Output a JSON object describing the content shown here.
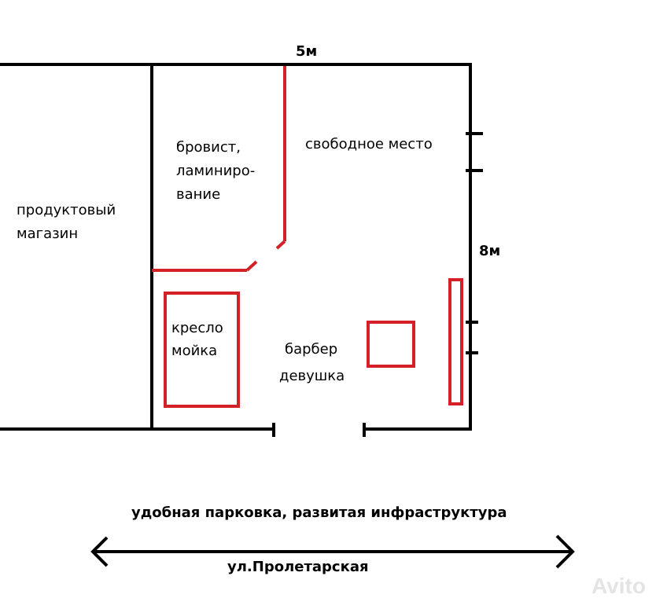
{
  "dimensions": {
    "width_label": "5м",
    "height_label": "8м"
  },
  "rooms": {
    "grocery": {
      "line1": "продуктовый",
      "line2": "магазин"
    },
    "brow": {
      "line1": "бровист,",
      "line2": "ламиниро-",
      "line3": "вание"
    },
    "free": "свободное место",
    "wash": {
      "line1": "кресло",
      "line2": "мойка"
    },
    "barber": {
      "line1": "барбер",
      "line2": "девушка"
    }
  },
  "footer": {
    "parking": "удобная парковка, развитая инфраструктура",
    "street": "ул.Пролетарская"
  },
  "watermark": "Avito",
  "colors": {
    "wall": "#000000",
    "partition": "#d42127",
    "watermark": "#e4e4e4"
  }
}
